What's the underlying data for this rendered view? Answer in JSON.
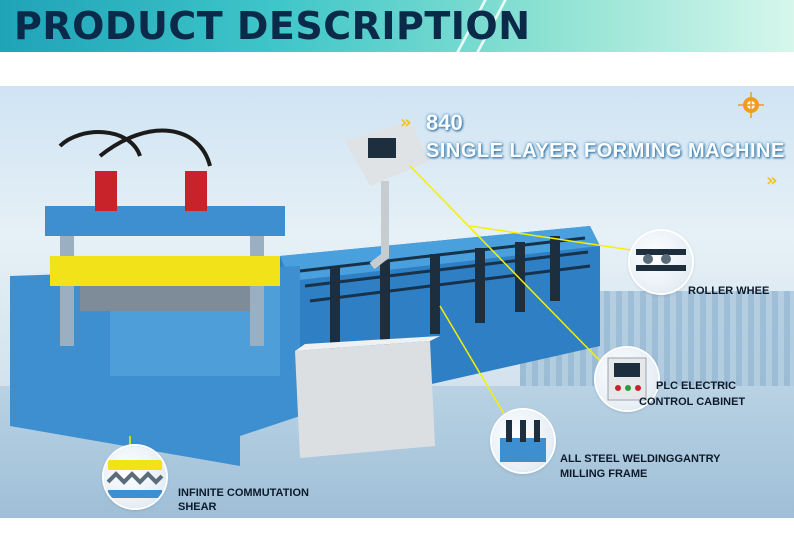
{
  "header": {
    "title": "PRODUCT DESCRIPTION"
  },
  "product": {
    "model": "840",
    "name": "SINGLE LAYER FORMING MACHINE"
  },
  "callouts": {
    "roller": "ROLLER WHEE",
    "plc_line1": "PLC ELECTRIC",
    "plc_line2": "CONTROL CABINET",
    "frame_line1": "ALL STEEL WELDINGGANTRY",
    "frame_line2": "MILLING FRAME",
    "shear_line1": "INFINITE COMMUTATION",
    "shear_line2": "SHEAR"
  },
  "colors": {
    "machine_blue": "#3d8fd0",
    "accent_yellow": "#f2e21a",
    "leader_line": "#f5f000",
    "title_text": "#0b2a4a"
  },
  "icons": [
    "target-icon",
    "double-chevron-icon"
  ]
}
